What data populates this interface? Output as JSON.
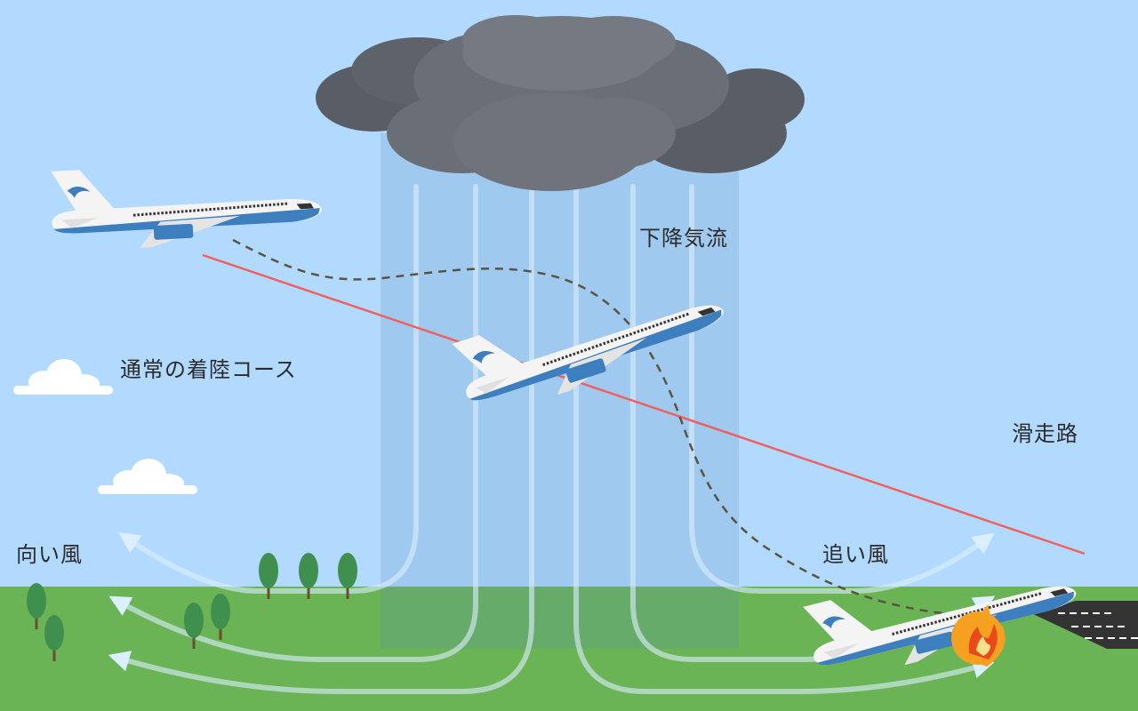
{
  "labels": {
    "downdraft": "下降気流",
    "normal_course": "通常の着陸コース",
    "runway": "滑走路",
    "headwind": "向い風",
    "tailwind": "追い風"
  },
  "colors": {
    "sky": "#b2dafe",
    "ground": "#6ab455",
    "cloud_dark": "#656a72",
    "downdraft_band": "#9fbfd8",
    "normal_course_line": "#f06060",
    "actual_path_dashed": "#5a5440",
    "airflow_arrow": "#dcefff",
    "plane_body": "#f4f4f4",
    "plane_stripe": "#3d7ebf",
    "fire": "#f5a020",
    "tree": "#3f8f4f",
    "runway": "#333333"
  },
  "icons": {
    "airplane": "airplane-icon",
    "cloud": "cloud-icon",
    "tree": "tree-icon",
    "fire": "fire-icon"
  }
}
